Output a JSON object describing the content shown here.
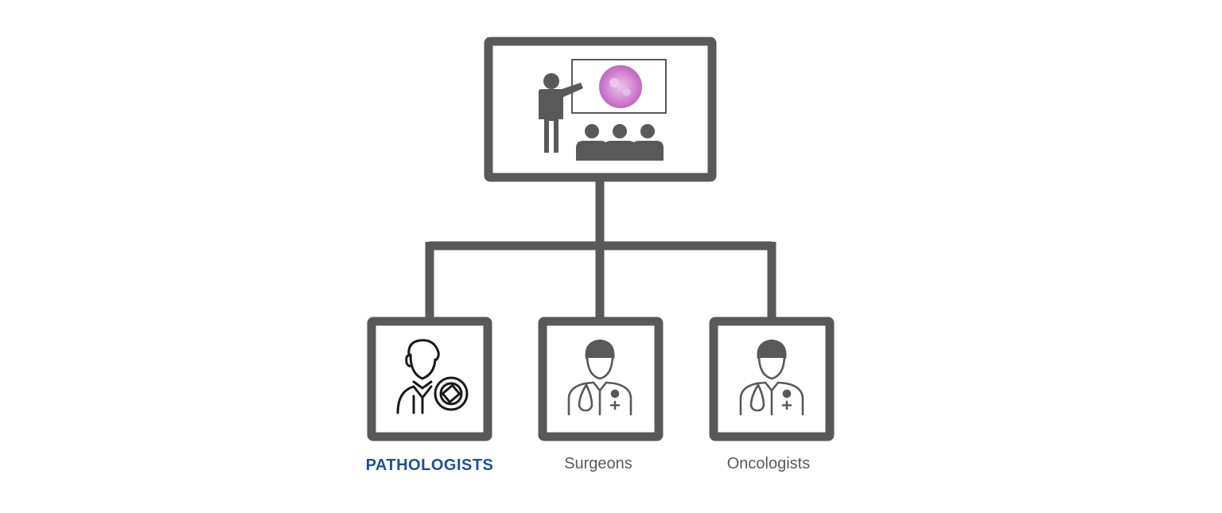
{
  "diagram": {
    "root": {
      "name": "presentation-board",
      "icon": "presenter-with-slide-and-audience-icon"
    },
    "children": [
      {
        "label": "PATHOLOGISTS",
        "icon": "pathologist-icon",
        "highlighted": true
      },
      {
        "label": "Surgeons",
        "icon": "doctor-icon",
        "highlighted": false
      },
      {
        "label": "Oncologists",
        "icon": "doctor-icon",
        "highlighted": false
      }
    ]
  },
  "colors": {
    "frame": "#595959",
    "highlight_label": "#1f4e9c",
    "muted_label": "#595959",
    "slide_tissue": "#d98fd6"
  }
}
